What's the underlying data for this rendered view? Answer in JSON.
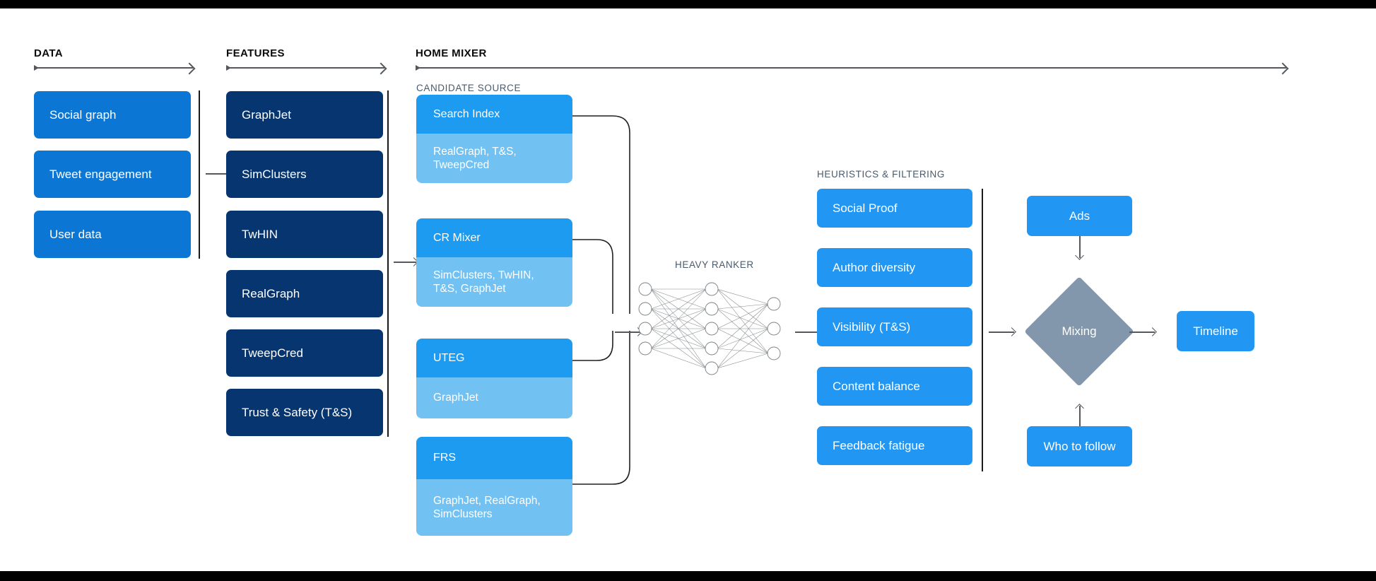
{
  "phases": [
    {
      "label": "DATA"
    },
    {
      "label": "FEATURES"
    },
    {
      "label": "HOME MIXER"
    }
  ],
  "sublabels": {
    "candidate_source": "CANDIDATE SOURCE",
    "heavy_ranker": "HEAVY RANKER",
    "heuristics": "HEURISTICS & FILTERING"
  },
  "data_boxes": [
    {
      "label": "Social graph"
    },
    {
      "label": "Tweet engagement"
    },
    {
      "label": "User data"
    }
  ],
  "feature_boxes": [
    {
      "label": "GraphJet"
    },
    {
      "label": "SimClusters"
    },
    {
      "label": "TwHIN"
    },
    {
      "label": "RealGraph"
    },
    {
      "label": "TweepCred"
    },
    {
      "label": "Trust & Safety (T&S)"
    }
  ],
  "candidate_sources": [
    {
      "title": "Search Index",
      "features": "RealGraph, T&S,\nTweepCred"
    },
    {
      "title": "CR Mixer",
      "features": "SimClusters, TwHIN,\nT&S, GraphJet"
    },
    {
      "title": "UTEG",
      "features": "GraphJet"
    },
    {
      "title": "FRS",
      "features": "GraphJet, RealGraph,\nSimClusters"
    }
  ],
  "heuristic_boxes": [
    {
      "label": "Social Proof"
    },
    {
      "label": "Author diversity"
    },
    {
      "label": "Visibility (T&S)"
    },
    {
      "label": "Content balance"
    },
    {
      "label": "Feedback fatigue"
    }
  ],
  "output": {
    "ads": "Ads",
    "mixing": "Mixing",
    "who_to_follow": "Who to follow",
    "timeline": "Timeline"
  },
  "neural_net": {
    "input_nodes": 4,
    "hidden_nodes": 5,
    "output_nodes": 3
  },
  "colors": {
    "data_blue": "#0b76d4",
    "feature_navy": "#06356f",
    "candidate_head": "#1d9bf0",
    "candidate_body": "#71c1f2",
    "heuristic_blue": "#2196f3",
    "mixing_gray": "#8297ac",
    "line_gray": "#55585c",
    "letterbox": "#000000"
  }
}
